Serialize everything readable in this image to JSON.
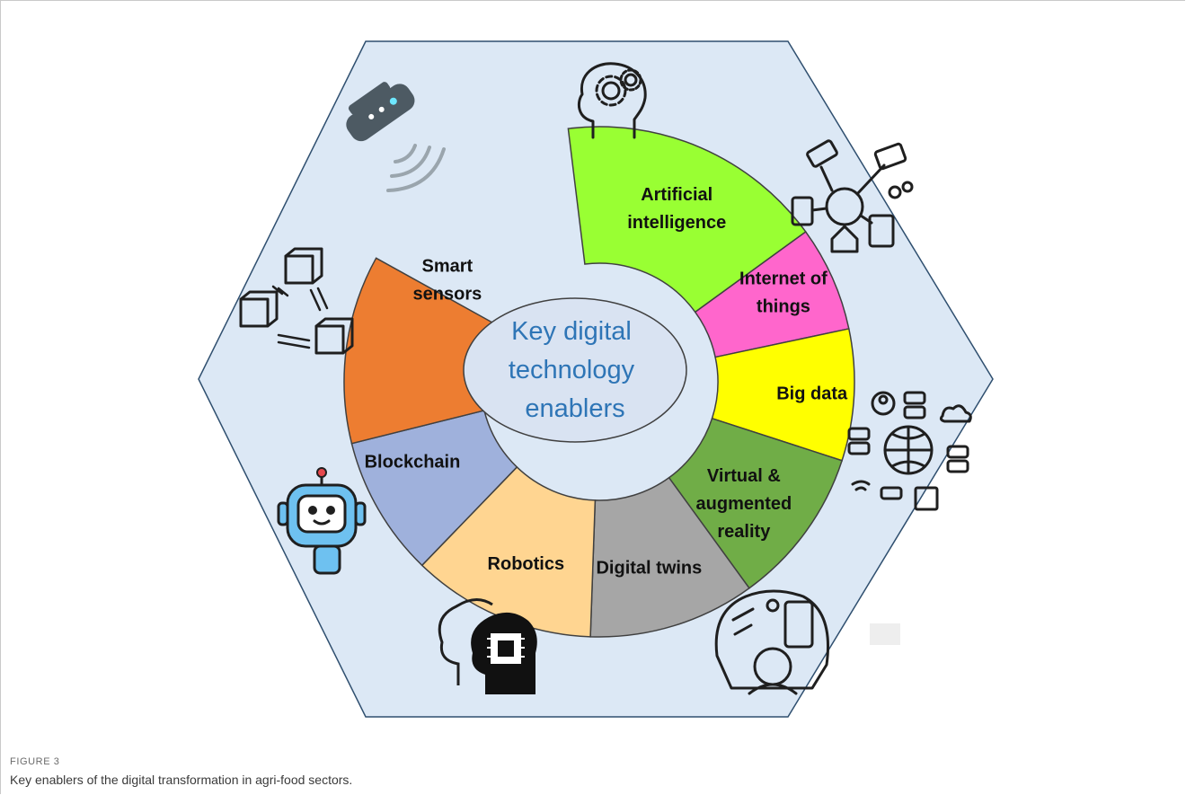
{
  "figure": {
    "label": "FIGURE 3",
    "caption": "Key enablers of the digital transformation in agri-food sectors."
  },
  "center": {
    "lines": [
      "Key digital",
      "technology",
      "enablers"
    ],
    "color": "#2e75b6"
  },
  "segments": [
    {
      "id": "artificial-intelligence",
      "lines": [
        "Artificial",
        "intelligence"
      ],
      "color": "#99ff33",
      "icon": "ai-head-gears-icon"
    },
    {
      "id": "internet-of-things",
      "lines": [
        "Internet of",
        "things"
      ],
      "color": "#ff66cc",
      "icon": "iot-network-icon"
    },
    {
      "id": "big-data",
      "lines": [
        "Big data"
      ],
      "color": "#ffff00",
      "icon": "big-data-globe-icon"
    },
    {
      "id": "virtual-augmented-reality",
      "lines": [
        "Virtual &",
        "augmented",
        "reality"
      ],
      "color": "#70ad47",
      "icon": "vr-cockpit-icon"
    },
    {
      "id": "digital-twins",
      "lines": [
        "Digital twins"
      ],
      "color": "#a6a6a6",
      "icon": "digital-twin-head-icon"
    },
    {
      "id": "robotics",
      "lines": [
        "Robotics"
      ],
      "color": "#ffd591",
      "icon": "robot-icon"
    },
    {
      "id": "blockchain",
      "lines": [
        "Blockchain"
      ],
      "color": "#9fb1dc",
      "icon": "blockchain-icon"
    },
    {
      "id": "smart-sensors",
      "lines": [
        "Smart",
        "sensors"
      ],
      "color": "#ed7d31",
      "icon": "smart-sensor-icon"
    }
  ],
  "colors": {
    "hexagon_fill": "#dce8f5",
    "hexagon_stroke": "#2f4f6f",
    "center_fill": "#d9e3f2",
    "segment_stroke": "#404040"
  }
}
